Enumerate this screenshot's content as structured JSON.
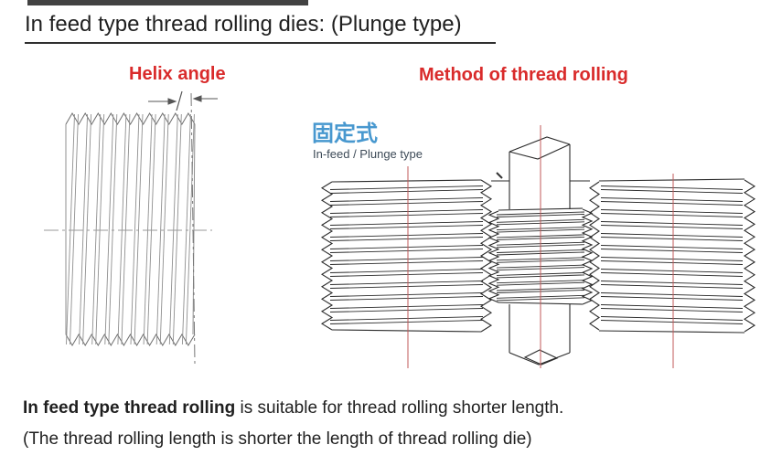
{
  "title": {
    "text": "In feed type thread rolling dies: (Plunge type)"
  },
  "figures": {
    "left": {
      "heading": "Helix angle"
    },
    "right": {
      "heading": "Method of thread rolling",
      "label_cn": "固定式",
      "label_en": "In-feed / Plunge type"
    }
  },
  "footer": {
    "line1_bold": "In feed type thread rolling",
    "line1_rest": " is suitable for thread rolling shorter length.",
    "line2": "(The thread rolling length is shorter the length of thread rolling die)"
  },
  "colors": {
    "heading_red": "#d92b2b",
    "label_blue": "#4898cf",
    "label_dark": "#3d4a57",
    "title_text": "#1f1f1f",
    "body_text": "#1f1f1f",
    "top_bar": "#424242",
    "drawing_gray": "#8f8f8f",
    "drawing_gray_dark": "#6e6e6e",
    "drawing_dark": "#2b2b2b",
    "guide_red": "#c05a5a",
    "centerline_gray": "#999999"
  }
}
